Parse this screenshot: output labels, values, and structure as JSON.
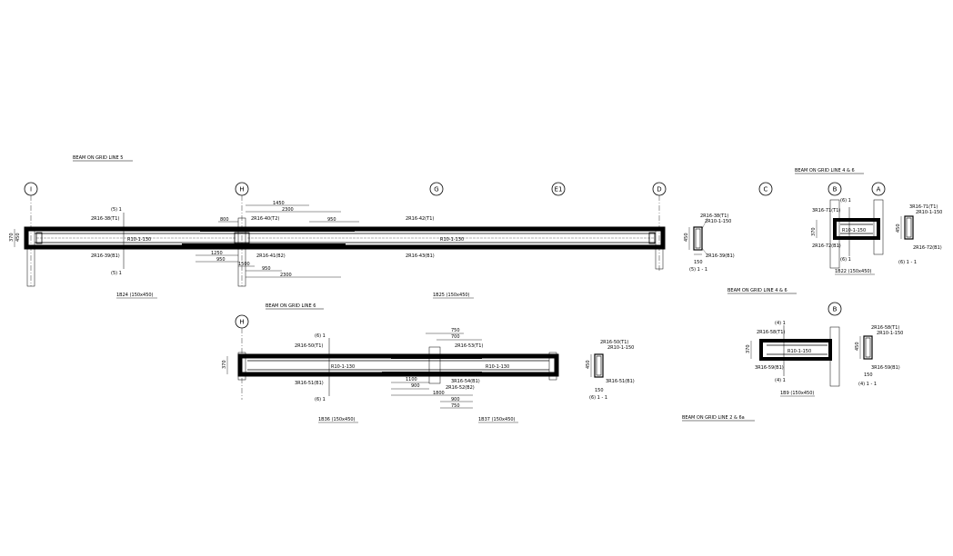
{
  "titles": {
    "grid5": "BEAM ON GRID LINE 5",
    "grid6": "BEAM ON GRID LINE 6",
    "grid4_top": "BEAM ON GRID LINE 4 & 6",
    "grid4_mid": "BEAM ON GRID LINE 4 & 6",
    "grid2": "BEAM ON GRID LINE 2 & 6a"
  },
  "grid_labels": {
    "I": "I",
    "H": "H",
    "G": "G",
    "E1": "E1",
    "D": "D",
    "C": "C",
    "B": "B",
    "A": "A",
    "H2": "H",
    "B2": "B"
  },
  "beam_names": {
    "b1": "1B24 (150x450)",
    "b2": "1B25 (150x450)",
    "b3": "1B36 (150x450)",
    "b4": "1B37 (150x450)",
    "b5": "1B22 (150x450)",
    "b6": "1B9 (150x450)"
  },
  "beam1": {
    "sec_top": "(5) 1",
    "sec_bot": "(5) 1",
    "top_left": "2R16-38(T1)",
    "bot_left": "2R16-39(B1)",
    "link_left": "R10-1-130",
    "top_mid": "2R16-40(T2)",
    "bot_mid": "2R16-41(B2)",
    "top_right": "2R16-42(T1)",
    "bot_right": "2R16-43(B1)",
    "link_right": "R10-1-130",
    "d1450": "1450",
    "d2300a": "2300",
    "d800": "800",
    "d950a": "950",
    "d1250": "1250",
    "d950b": "950",
    "d1500": "1500",
    "d950c": "950",
    "d2300b": "2300",
    "h370": "370",
    "h450": "450"
  },
  "section1": {
    "top": "2R16-38(T1)",
    "link": "2R10-1-150",
    "bot": "2R16-39(B1)",
    "h": "450",
    "w": "150",
    "label": "(5) 1 - 1"
  },
  "beam2": {
    "sec_top": "(6) 1",
    "sec_bot": "(6) 1",
    "top_left": "2R16-50(T1)",
    "bot_left": "3R16-51(B1)",
    "link_left": "R10-1-130",
    "top_right": "2R16-53(T1)",
    "bot_right1": "3R16-54(B1)",
    "bot_right2": "2R16-52(B2)",
    "link_right": "R10-1-130",
    "d750a": "750",
    "d700": "700",
    "d1100": "1100",
    "d900a": "900",
    "d1800": "1800",
    "d900b": "900",
    "d750b": "750",
    "h370": "370"
  },
  "section2": {
    "top": "2R16-50(T1)",
    "link": "2R10-1-150",
    "bot": "3R16-51(B1)",
    "h": "450",
    "w": "150",
    "label": "(6) 1 - 1"
  },
  "beam3": {
    "sec_top": "(6) 1",
    "sec_bot": "(6) 1",
    "top": "3R16-71(T1)",
    "bot": "2R16-72(B1)",
    "link": "R10-1-150",
    "h": "370"
  },
  "section3": {
    "top": "3R16-71(T1)",
    "link": "2R10-1-150",
    "bot": "2R16-72(B1)",
    "h": "450",
    "label": "(6) 1 - 1"
  },
  "beam4": {
    "sec_top": "(4) 1",
    "sec_bot": "(4) 1",
    "top": "2R16-58(T1)",
    "bot": "3R16-59(B1)",
    "link": "R10-1-150",
    "h": "370"
  },
  "section4": {
    "top": "2R16-58(T1)",
    "link": "2R10-1-150",
    "bot": "3R16-59(B1)",
    "h": "450",
    "w": "150",
    "label": "(4) 1 - 1"
  },
  "colors": {
    "ink": "#000000",
    "paper": "#ffffff"
  }
}
